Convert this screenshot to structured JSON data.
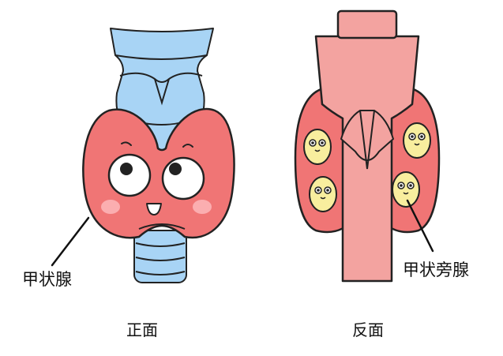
{
  "labels": {
    "thyroid": "甲状腺",
    "parathyroid": "甲状旁腺",
    "front_caption": "正面",
    "back_caption": "反面"
  },
  "colors": {
    "thyroid_fill": "#F07575",
    "trachea_fill": "#A8D4F5",
    "esophagus_fill": "#F3A3A0",
    "parathyroid_fill": "#F8EE9E",
    "cheek_fill": "#FBAEB0",
    "outline": "#222222"
  }
}
